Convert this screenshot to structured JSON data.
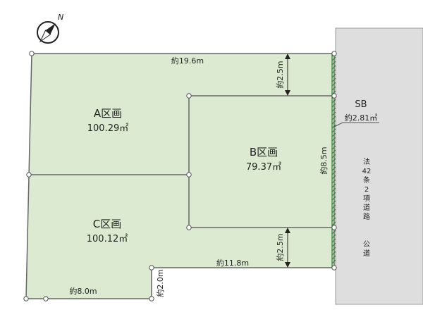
{
  "compass": {
    "north_letter": "N"
  },
  "lots": [
    {
      "name": "A区画",
      "area": "100.29㎡"
    },
    {
      "name": "B区画",
      "area": "79.37㎡"
    },
    {
      "name": "C区画",
      "area": "100.12㎡"
    }
  ],
  "dimensions": {
    "top_edge": "約19.6m",
    "setback_top": "約2.5m",
    "setback_bottom": "約2.5m",
    "b_lot_depth": "約8.5m",
    "bottom_right_edge": "約11.8m",
    "step_height": "約2.0m",
    "bottom_left_edge": "約8.0m"
  },
  "setback": {
    "label": "SB",
    "area": "約2.81㎡"
  },
  "road": {
    "type_chars": [
      "法",
      "42",
      "条",
      "2",
      "項",
      "道",
      "路"
    ],
    "name_chars": [
      "公",
      "道"
    ]
  },
  "colors": {
    "lot_fill": "#dbead0",
    "line": "#666666",
    "road_fill": "#dedede",
    "hatch": "#2e7d32",
    "text": "#222222"
  }
}
